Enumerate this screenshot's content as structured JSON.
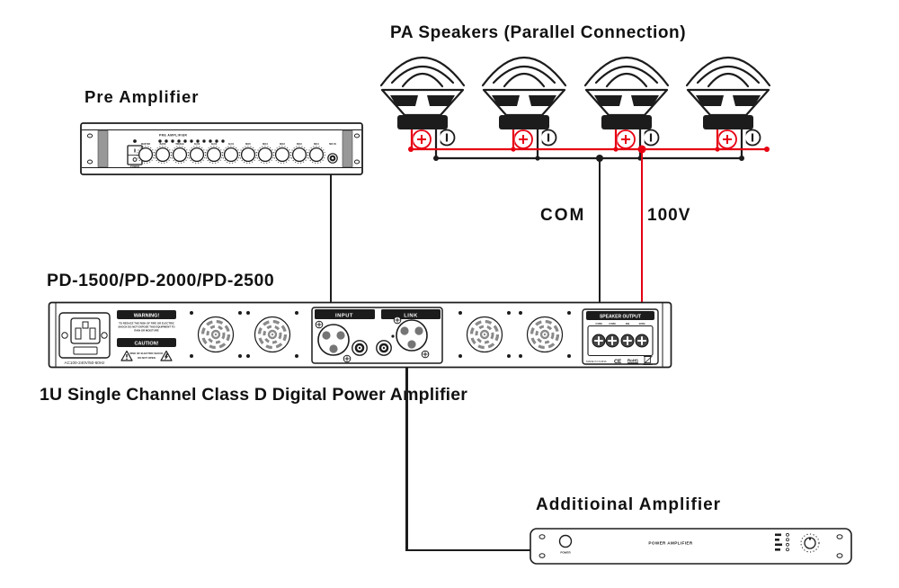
{
  "colors": {
    "wire-red": "#e60012",
    "wire-black": "#1c1c1c",
    "panel-gray": "#989898"
  },
  "titles": {
    "speakers": "PA Speakers (Parallel Connection)",
    "preamp": "Pre Amplifier",
    "model": "PD-1500/PD-2000/PD-2500",
    "amp_caption": "1U Single Channel Class D Digital Power Amplifier",
    "additional": "Additioinal Amplifier"
  },
  "wires": {
    "com": "COM",
    "hundred_v": "100V"
  },
  "preamp": {
    "brand": "PRE AMPLIFIER",
    "power": "POWER",
    "knobs": [
      "MASTER",
      "BASS",
      "TREBLE",
      "AUX3",
      "AUX2",
      "AUX1",
      "MIC5",
      "MIC4",
      "MIC3",
      "MIC2",
      "MIC1"
    ],
    "jack": "MIC IN"
  },
  "amp": {
    "ac_label": "AC100-240V/50-60Hz",
    "warning_header": "WARNING!",
    "warning_lines": [
      "TO REDUCE THE RISK OF FIRE OR ELECTRIC",
      "SHOCK DO NOT EXPOSE THIS EQUIPMENT TO",
      "RAIN OR MOISTURE"
    ],
    "caution_header": "CAUTION!",
    "caution_lines": [
      "RISK OF ELECTRIC SHOCK",
      "DO NOT OPEN"
    ],
    "input": "INPUT",
    "link": "LINK",
    "speaker_output": "SPEAKER OUTPUT",
    "terminals": [
      "COM",
      "COM",
      "8Ω",
      "100V"
    ],
    "made_in": "MADE IN CHINA",
    "ce": "CE",
    "rohs": "RoHS"
  },
  "additional_amp": {
    "power": "POWER",
    "name": "POWER AMPLIFIER"
  }
}
